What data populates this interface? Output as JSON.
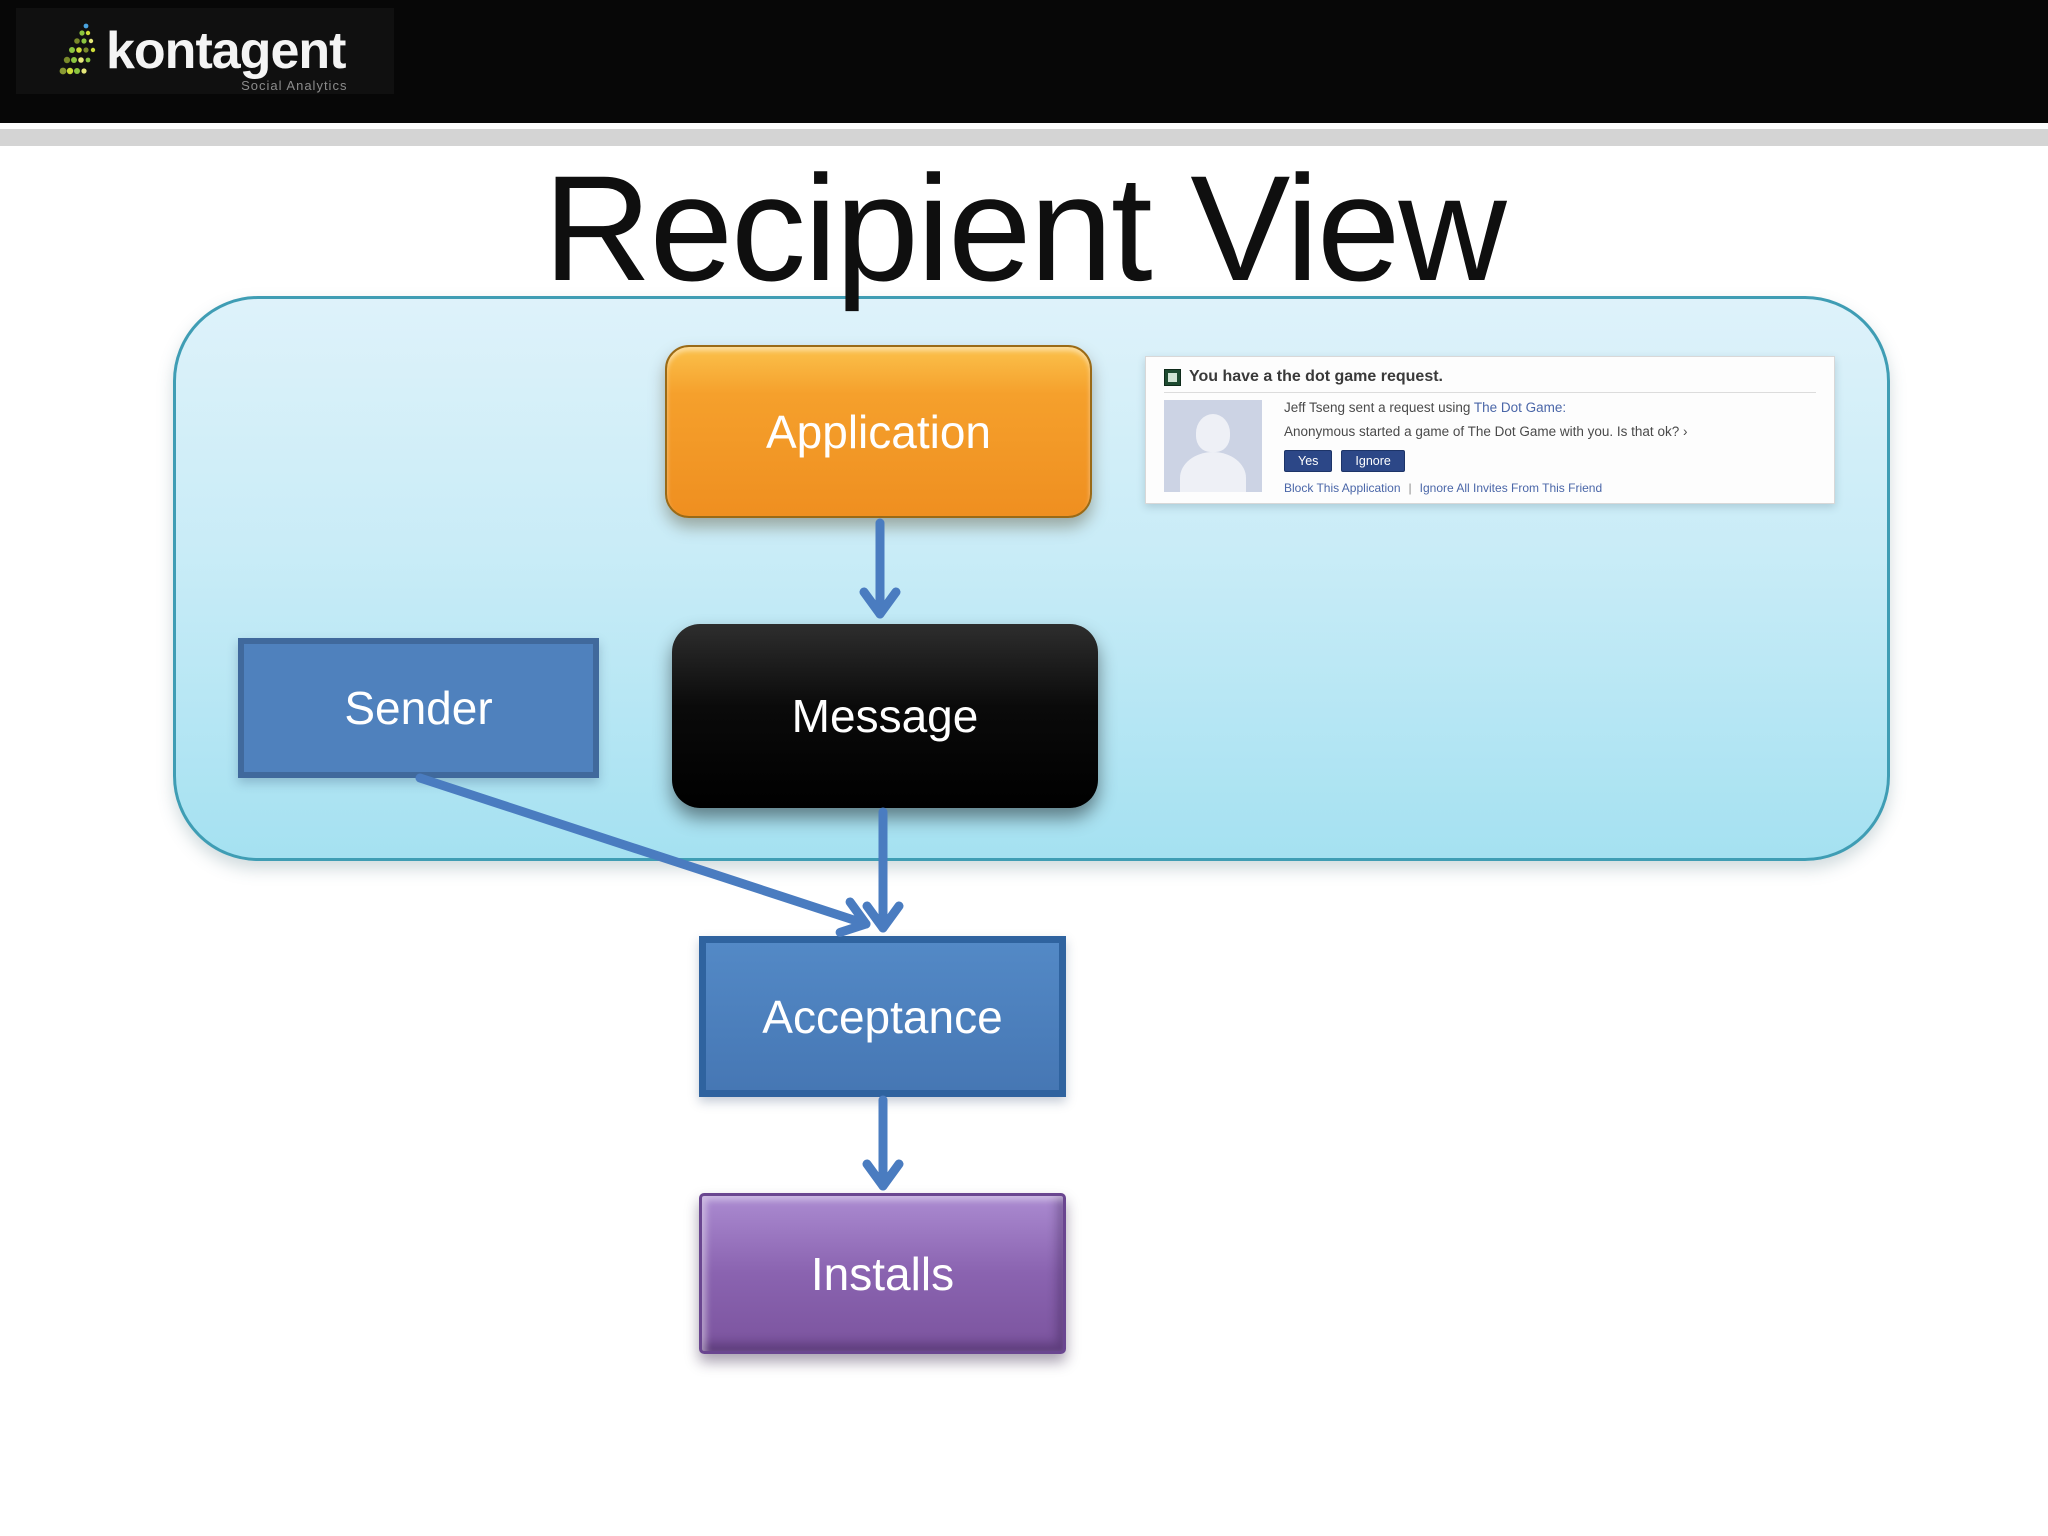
{
  "header": {
    "logo_text": "kontagent",
    "logo_tagline": "Social Analytics"
  },
  "title": "Recipient View",
  "diagram": {
    "nodes": {
      "application": {
        "label": "Application",
        "color": "#ef8f20"
      },
      "message": {
        "label": "Message",
        "color": "#0a0a0a"
      },
      "sender": {
        "label": "Sender",
        "color": "#4f81bd"
      },
      "acceptance": {
        "label": "Acceptance",
        "color": "#4677b4"
      },
      "installs": {
        "label": "Installs",
        "color": "#8a63b0"
      }
    },
    "edges": [
      {
        "from": "application",
        "to": "message"
      },
      {
        "from": "message",
        "to": "acceptance"
      },
      {
        "from": "sender",
        "to": "acceptance"
      },
      {
        "from": "acceptance",
        "to": "installs"
      }
    ],
    "arrow_color": "#4a7cc0",
    "container_border_color": "#3f9db4"
  },
  "notification": {
    "header": "You have a the dot game request.",
    "line1_prefix": "Jeff Tseng sent a request using ",
    "line1_link": "The Dot Game:",
    "line2": "Anonymous started a game of The Dot Game with you. Is that ok? ›",
    "yes_button": "Yes",
    "ignore_button": "Ignore",
    "footer_link1": "Block This Application",
    "footer_separator": "|",
    "footer_link2": "Ignore All Invites From This Friend"
  }
}
